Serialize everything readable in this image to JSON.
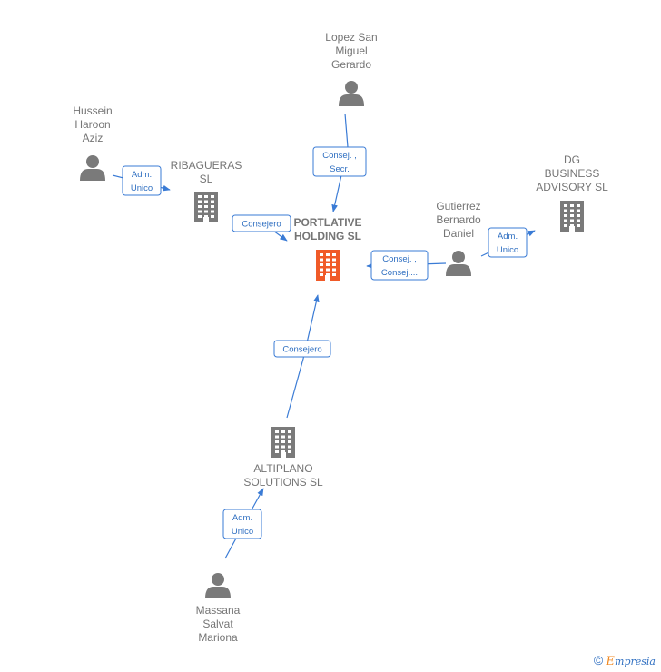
{
  "nodes": {
    "lopez": {
      "label": [
        "Lopez San",
        "Miguel",
        "Gerardo"
      ],
      "kind": "person"
    },
    "hussein": {
      "label": [
        "Hussein",
        "Haroon",
        "Aziz"
      ],
      "kind": "person"
    },
    "ribagueras": {
      "label": [
        "RIBAGUERAS",
        "SL"
      ],
      "kind": "company"
    },
    "dg": {
      "label": [
        "DG",
        "BUSINESS",
        "ADVISORY SL"
      ],
      "kind": "company"
    },
    "gutierrez": {
      "label": [
        "Gutierrez",
        "Bernardo",
        "Daniel"
      ],
      "kind": "person"
    },
    "portlative": {
      "label": [
        "PORTLATIVE",
        "HOLDING SL"
      ],
      "kind": "company-main"
    },
    "altiplano": {
      "label": [
        "ALTIPLANO",
        "SOLUTIONS SL"
      ],
      "kind": "company"
    },
    "massana": {
      "label": [
        "Massana",
        "Salvat",
        "Mariona"
      ],
      "kind": "person"
    }
  },
  "edges": [
    {
      "from": "lopez",
      "to": "portlative",
      "label": [
        "Consej. ,",
        "Secr."
      ]
    },
    {
      "from": "hussein",
      "to": "ribagueras",
      "label": [
        "Adm.",
        "Unico"
      ]
    },
    {
      "from": "ribagueras",
      "to": "portlative",
      "label": [
        "Consejero"
      ]
    },
    {
      "from": "gutierrez",
      "to": "portlative",
      "label": [
        "Consej. ,",
        "Consej...."
      ]
    },
    {
      "from": "gutierrez",
      "to": "dg",
      "label": [
        "Adm.",
        "Unico"
      ]
    },
    {
      "from": "altiplano",
      "to": "portlative",
      "label": [
        "Consejero"
      ]
    },
    {
      "from": "massana",
      "to": "altiplano",
      "label": [
        "Adm.",
        "Unico"
      ]
    }
  ],
  "colors": {
    "person": "#7a7a7a",
    "company": "#7a7a7a",
    "main_company": "#f05a28",
    "edge": "#3a7bd5"
  },
  "footer": {
    "copyright": "©",
    "brand_first": "E",
    "brand_rest": "mpresia"
  }
}
